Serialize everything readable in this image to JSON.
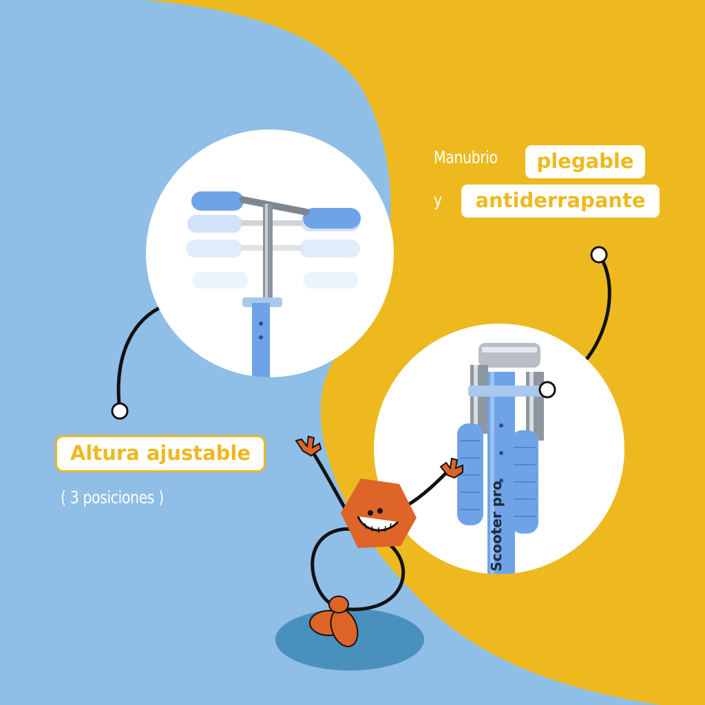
{
  "colors": {
    "blue_bg": "#8FBEE6",
    "yellow_bg": "#EDB91F",
    "mascot_orange": "#DE6428",
    "scooter_blue": "#6FA3E8",
    "shadow_blue": "#4A90BC"
  },
  "features": {
    "handlebar_prefix": "Manubrio",
    "handlebar_label": "plegable",
    "connector": "y",
    "grip_label": "antiderrapante",
    "height_label": "Altura ajustable",
    "height_note": "( 3 posiciones )"
  },
  "product": {
    "brand_text": "Scooter pro"
  }
}
